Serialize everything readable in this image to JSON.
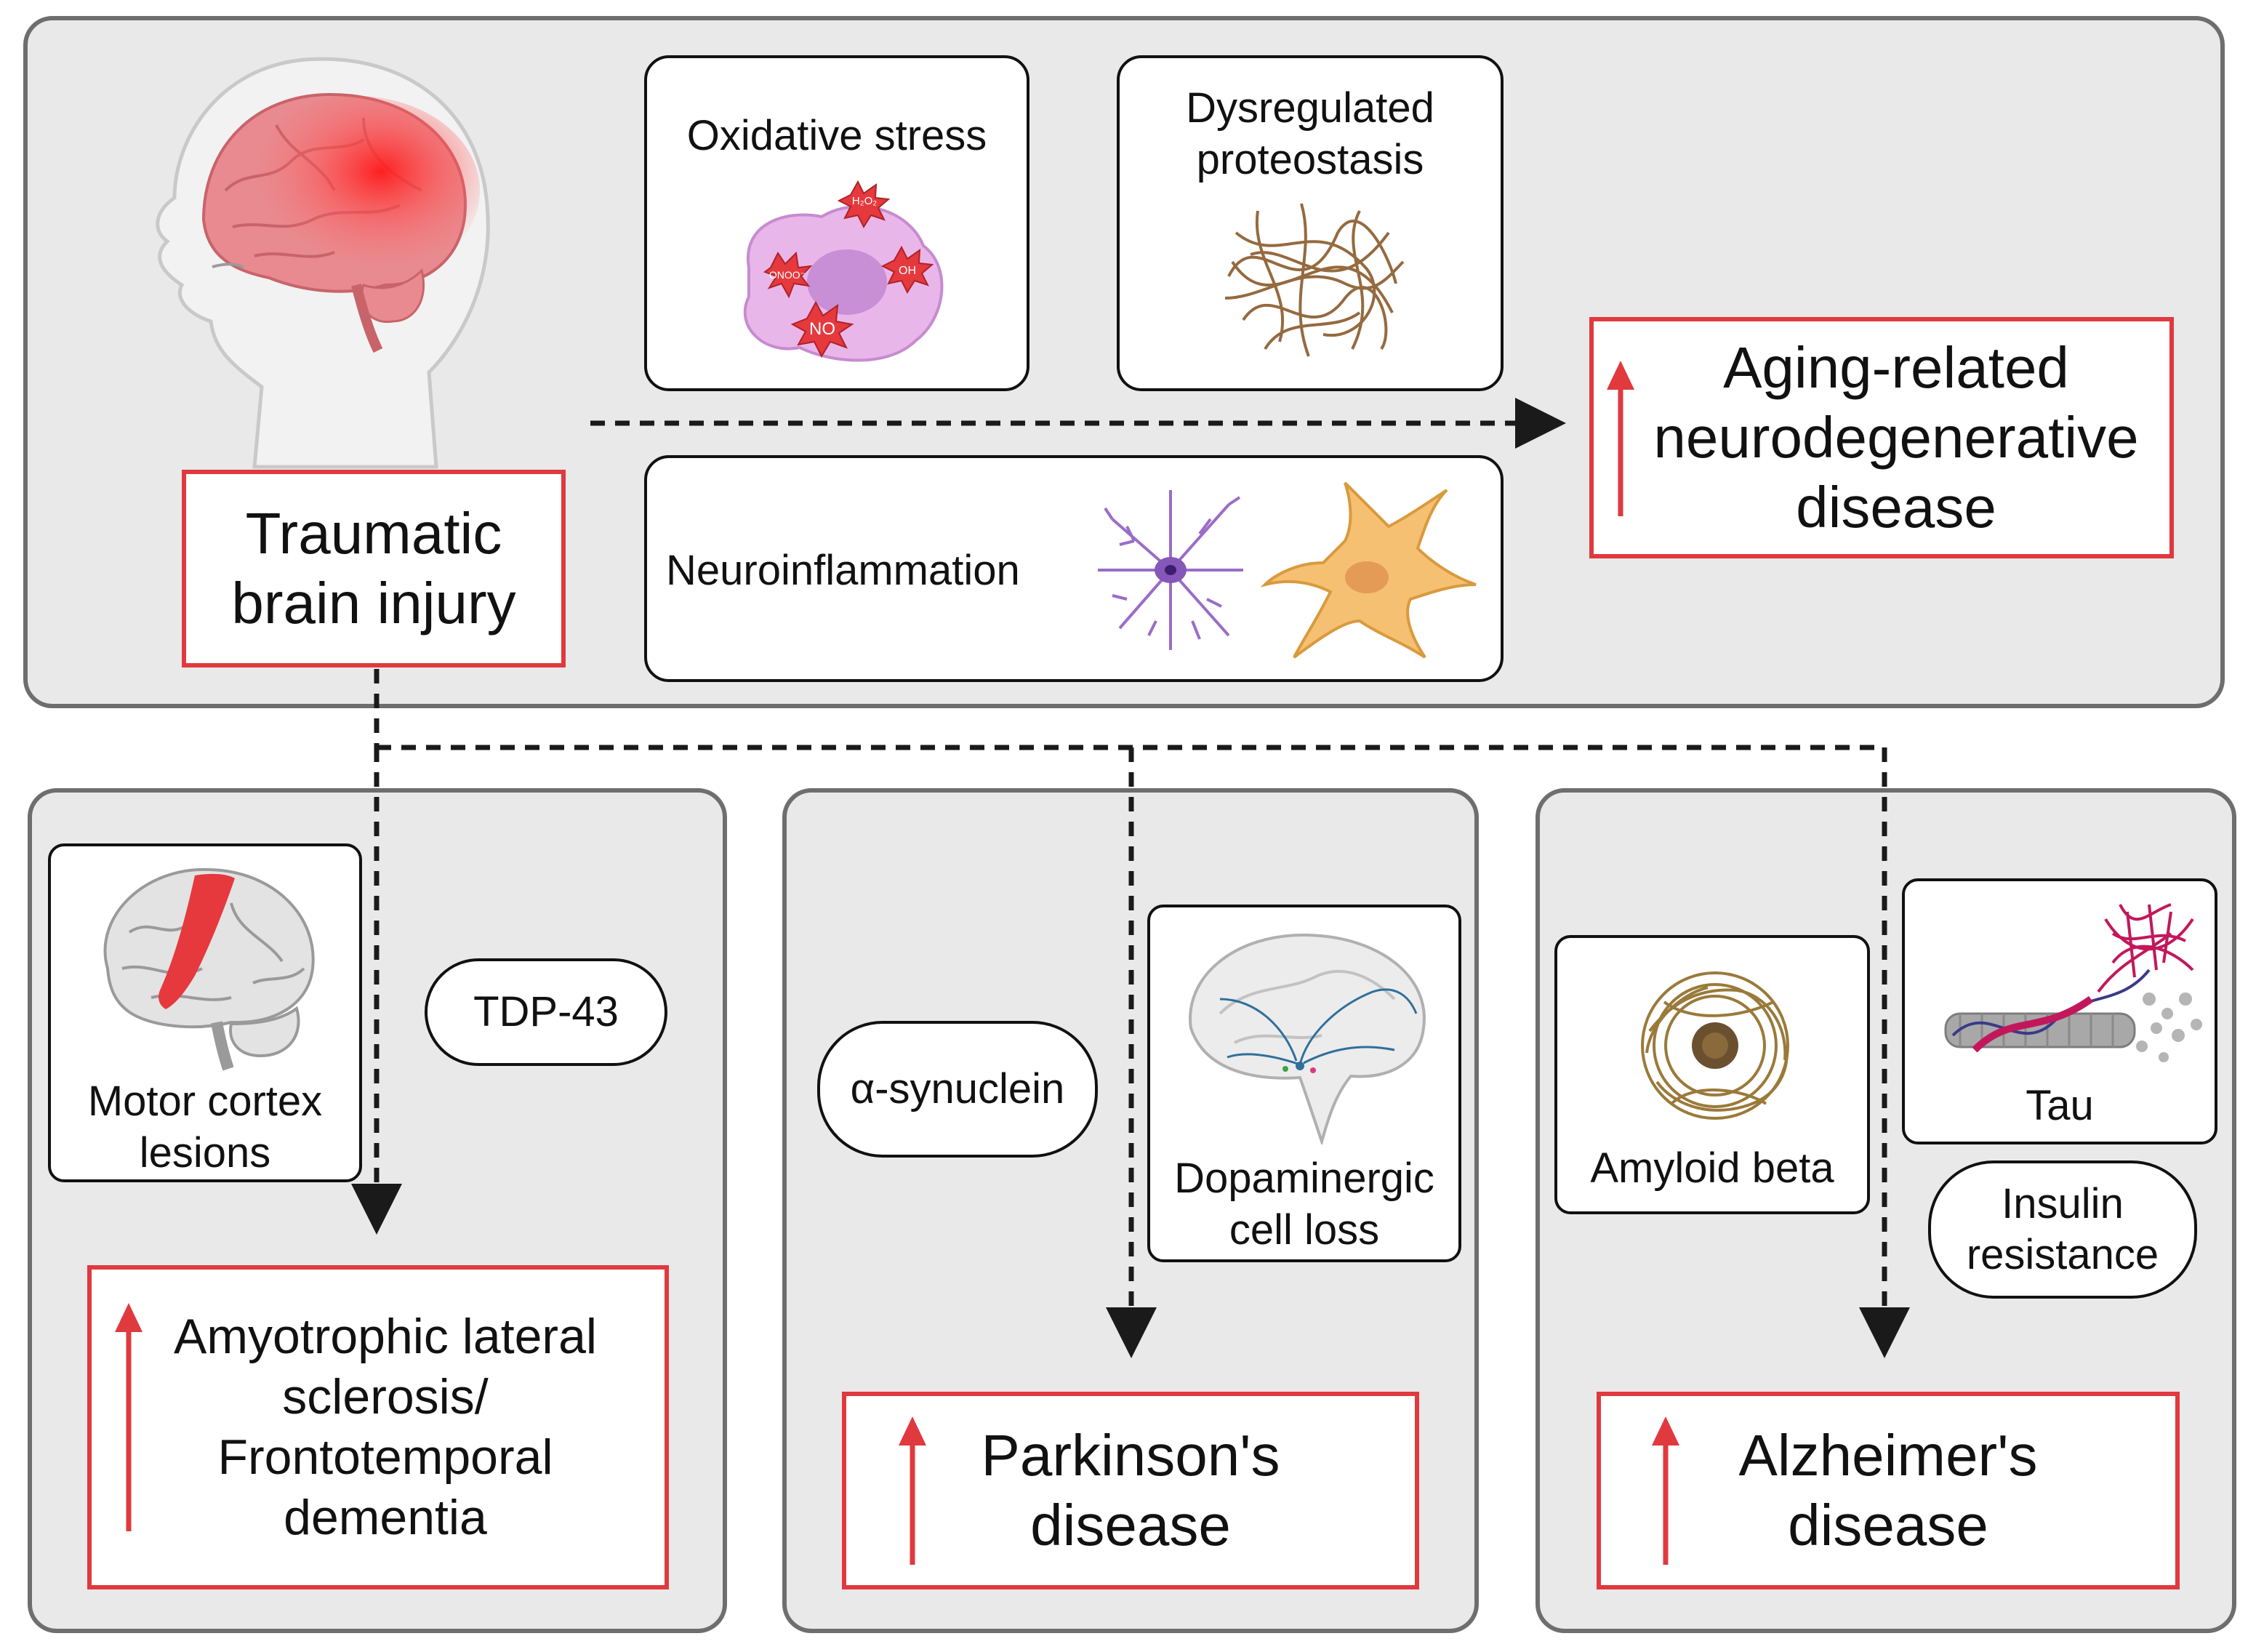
{
  "colors": {
    "panel_fill": "#e9e9e9",
    "panel_border": "#6e6e6e",
    "highlight_red": "#e0393e",
    "arrow": "#1a1a1a"
  },
  "top": {
    "injury": "Traumatic\nbrain injury",
    "mechanisms": [
      {
        "label": "Oxidative stress",
        "icon": "ros-cell-icon",
        "ros_labels": [
          "H₂O₂",
          "ONOO⁻",
          "OH",
          "NO"
        ]
      },
      {
        "label": "Dysregulated\nproteostasis",
        "icon": "protein-aggregate-icon"
      },
      {
        "label": "Neuroinflammation",
        "icon": "glia-icon"
      }
    ],
    "outcome": "Aging-related\nneurodegenerative\ndisease"
  },
  "als_panel": {
    "evidence": [
      "Motor cortex\nlesions",
      "TDP-43"
    ],
    "outcome": "Amyotrophic lateral\nsclerosis/\nFrontotemporal\ndementia"
  },
  "pd_panel": {
    "evidence": [
      "α-synuclein",
      "Dopaminergic\ncell loss"
    ],
    "outcome": "Parkinson's\ndisease"
  },
  "ad_panel": {
    "evidence": [
      "Amyloid beta",
      "Tau",
      "Insulin\nresistance"
    ],
    "outcome": "Alzheimer's\ndisease"
  }
}
